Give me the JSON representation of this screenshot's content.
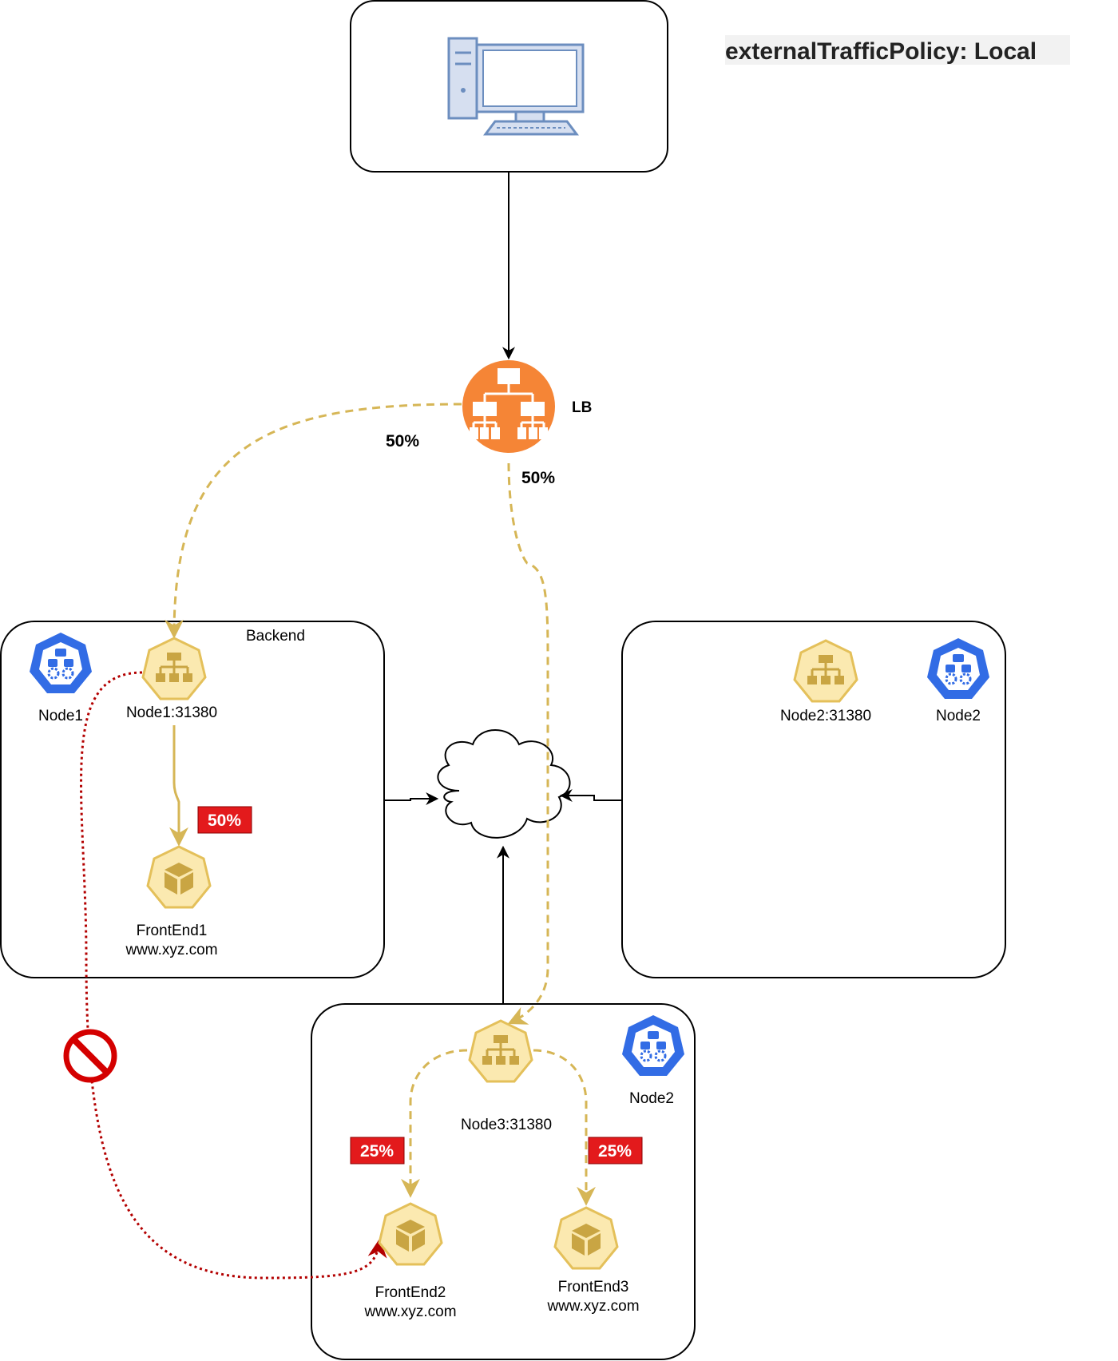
{
  "title": "externalTrafficPolicy: Local",
  "lb": {
    "label": "LB",
    "left_share": "50%",
    "right_share": "50%"
  },
  "groups": {
    "backend": {
      "label": "Backend"
    }
  },
  "nodes": {
    "node1": {
      "label": "Node1",
      "service": "Node1:31380",
      "pod_name": "FrontEnd1",
      "pod_host": "www.xyz.com",
      "badge": "50%"
    },
    "node2": {
      "label": "Node2",
      "service": "Node2:31380"
    },
    "node3": {
      "label": "Node2",
      "service": "Node3:31380",
      "pods": [
        {
          "name": "FrontEnd2",
          "host": "www.xyz.com",
          "badge": "25%"
        },
        {
          "name": "FrontEnd3",
          "host": "www.xyz.com",
          "badge": "25%"
        }
      ]
    }
  },
  "colors": {
    "lb_orange": "#f58536",
    "pod_fill": "#fbe9b0",
    "pod_stroke": "#e4c05a",
    "pod_icon": "#c9a543",
    "flow_dashed": "#d6b656",
    "blocked_dotted": "#b30000",
    "badge_red": "#e31a1c",
    "k8s_blue": "#326ce5"
  },
  "icons": [
    "computer-icon",
    "load-balancer-icon",
    "kubernetes-icon",
    "service-icon",
    "pod-icon",
    "cloud-icon",
    "no-entry-icon"
  ]
}
